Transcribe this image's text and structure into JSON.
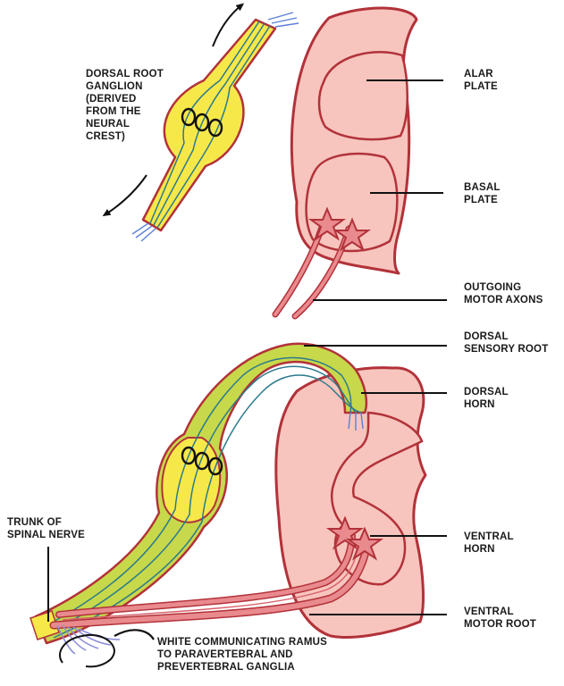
{
  "labels": {
    "drg": [
      "DORSAL ROOT",
      "GANGLION",
      "(DERIVED",
      "FROM THE",
      "NEURAL",
      "CREST)"
    ],
    "alar": [
      "ALAR",
      "PLATE"
    ],
    "basal": [
      "BASAL",
      "PLATE"
    ],
    "outgoing": [
      "OUTGOING",
      "MOTOR AXONS"
    ],
    "dorsal_sensory": [
      "DORSAL",
      "SENSORY ROOT"
    ],
    "dorsal_horn": [
      "DORSAL",
      "HORN"
    ],
    "trunk": [
      "TRUNK OF",
      "SPINAL NERVE"
    ],
    "ventral_horn": [
      "VENTRAL",
      "HORN"
    ],
    "ventral_motor": [
      "VENTRAL",
      "MOTOR ROOT"
    ],
    "white_ramus": [
      "WHITE COMMUNICATING RAMUS",
      "TO PARAVERTEBRAL AND",
      "PREVERTEBRAL GANGLIA"
    ]
  },
  "colors": {
    "tissue_fill": "#f7c5bd",
    "tissue_outline": "#b2323a",
    "ganglion_fill": "#f7e84a",
    "nerve_fill": "#c7d94a",
    "fiber": "#2c7a8c",
    "motor_axon": "#e98a8e",
    "ramus": "#8f8fdc"
  }
}
